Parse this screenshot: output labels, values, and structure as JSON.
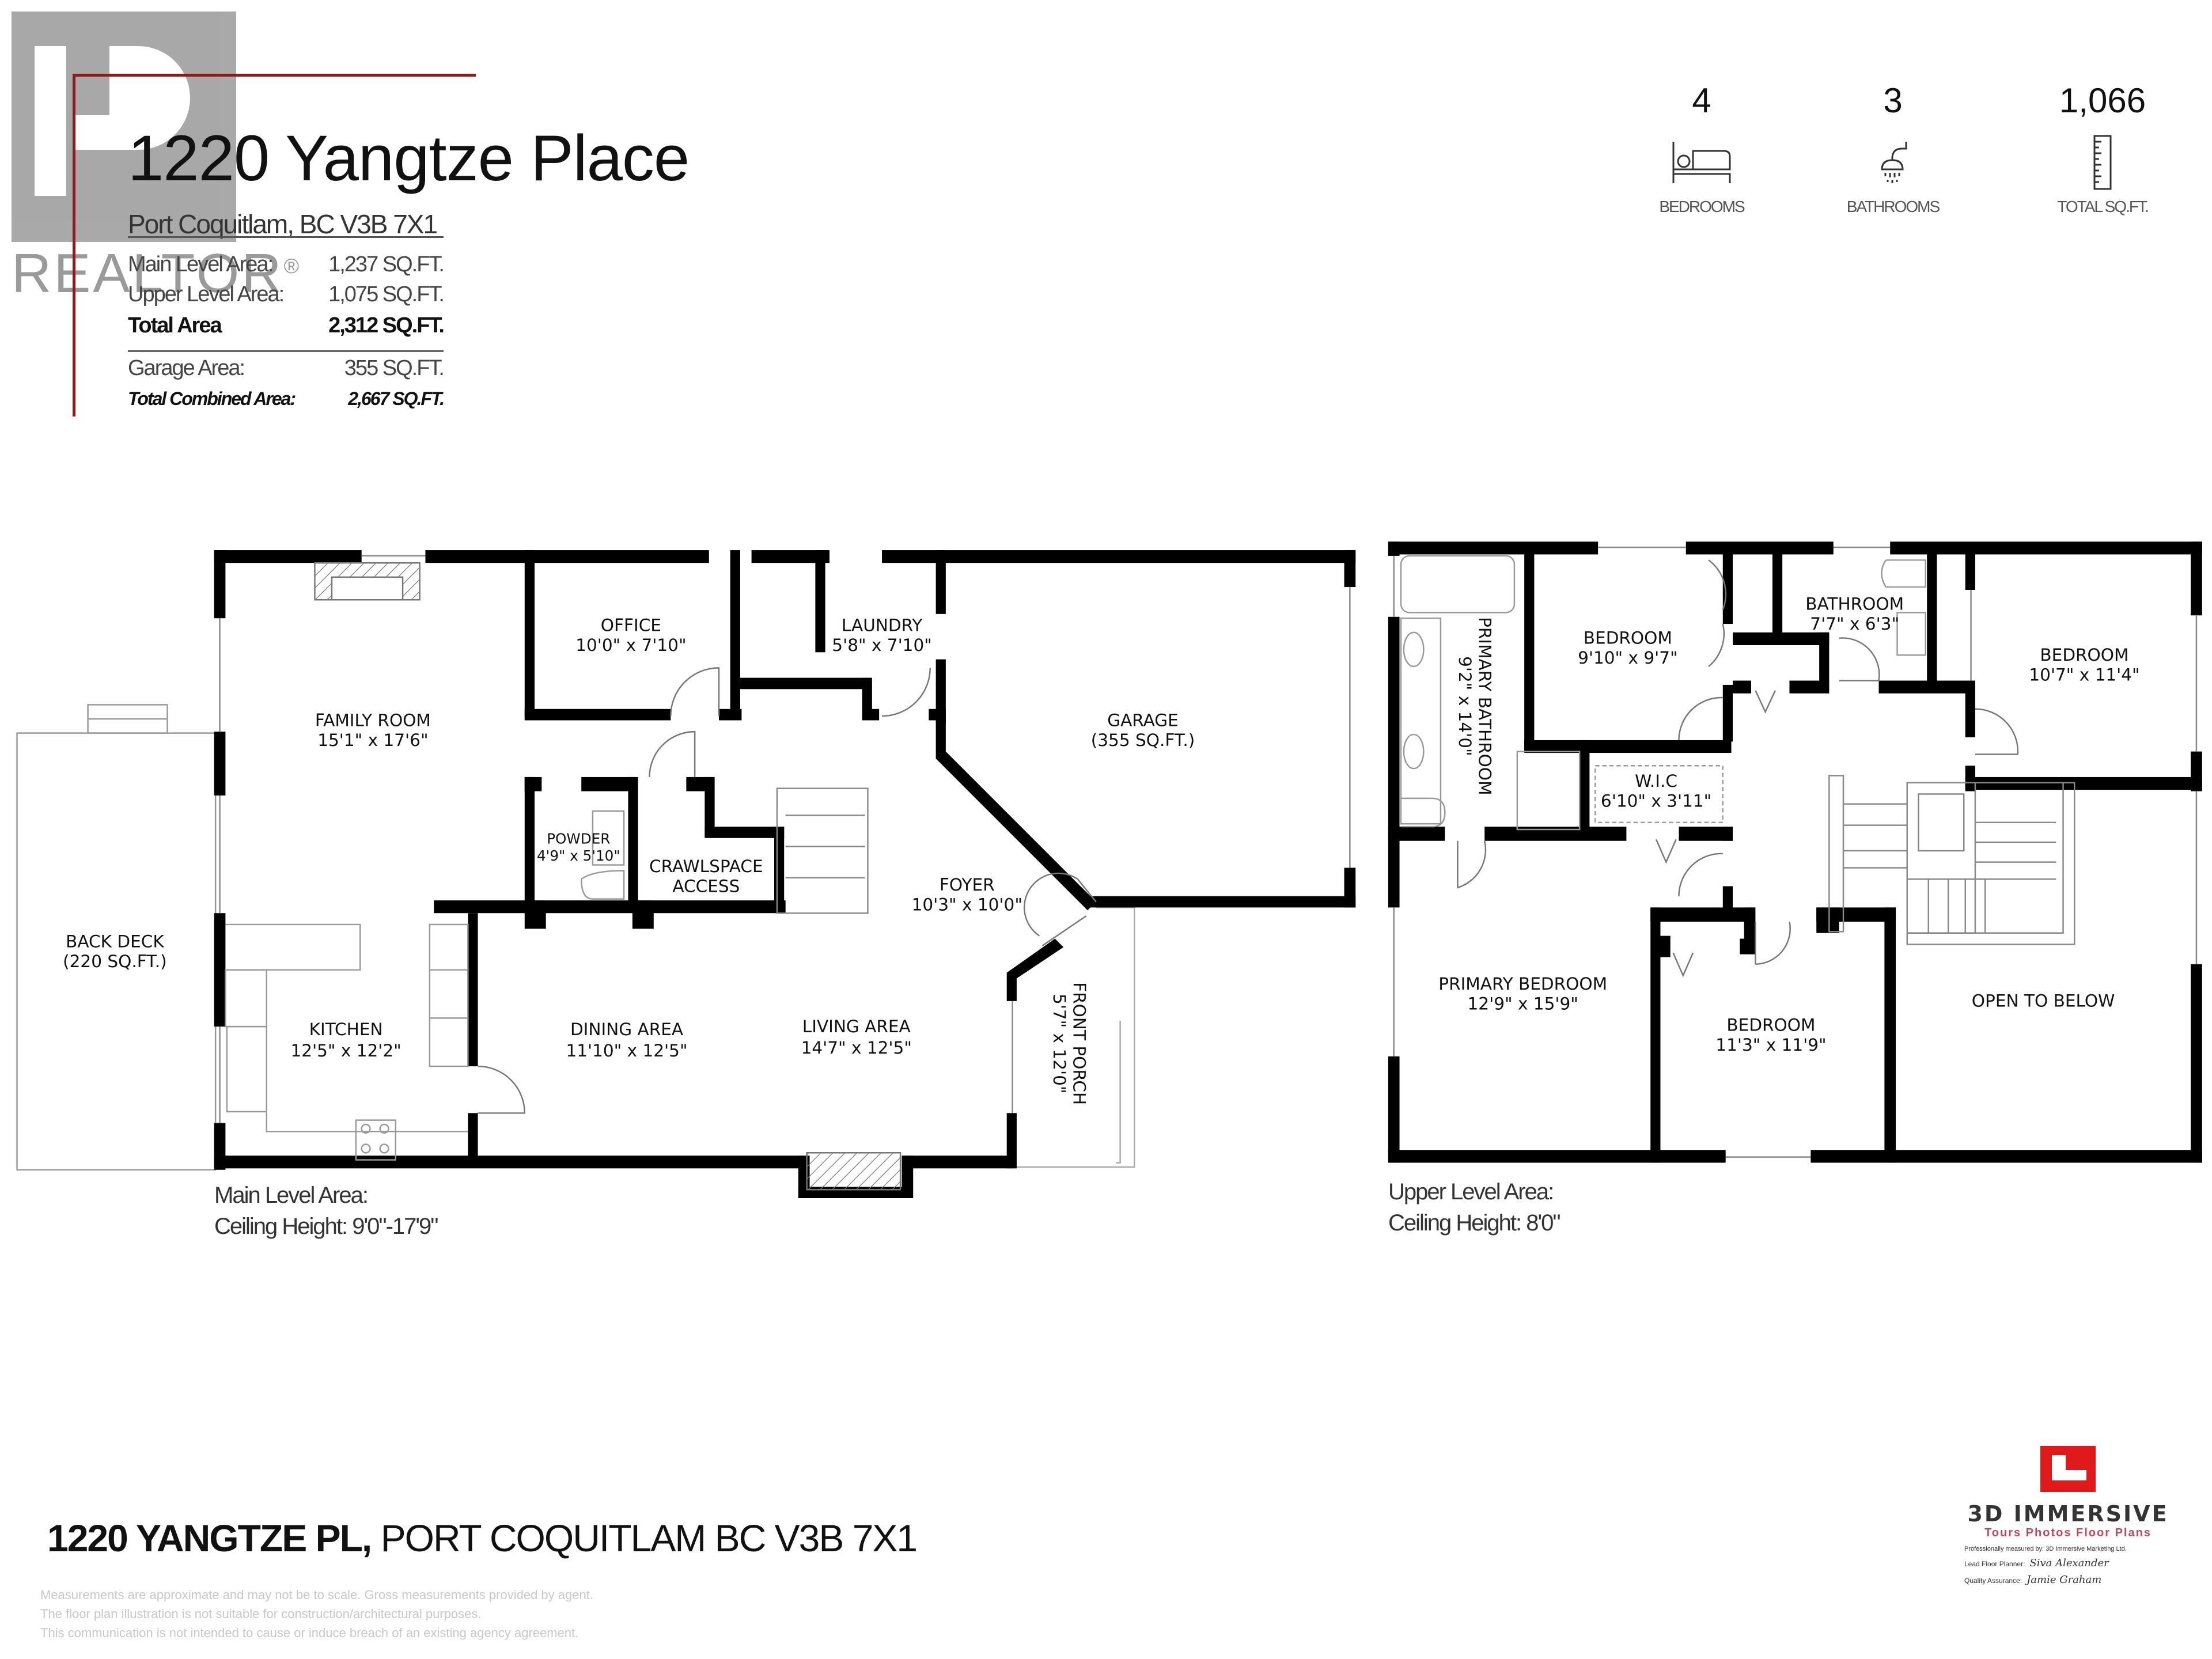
{
  "header": {
    "title": "1220 Yangtze Place",
    "subtitle": "Port Coquitlam, BC V3B 7X1",
    "realtor_logo_text": "REALTOR",
    "realtor_mark": "®"
  },
  "areas": {
    "main_level": {
      "label": "Main Level Area:",
      "value": "1,237 SQ.FT."
    },
    "upper_level": {
      "label": "Upper Level Area:",
      "value": "1,075 SQ.FT."
    },
    "total": {
      "label": "Total Area",
      "value": "2,312  SQ.FT."
    },
    "garage": {
      "label": "Garage Area:",
      "value": "355 SQ.FT."
    },
    "combined": {
      "label": "Total Combined Area:",
      "value": "2,667 SQ.FT."
    }
  },
  "stats": {
    "bedrooms": {
      "value": "4",
      "label": "BEDROOMS",
      "icon": "bed-icon"
    },
    "bathrooms": {
      "value": "3",
      "label": "BATHROOMS",
      "icon": "shower-icon"
    },
    "sqft": {
      "value": "1,066",
      "label": "TOTAL SQ.FT.",
      "icon": "ruler-icon"
    }
  },
  "main_level": {
    "rooms": {
      "family_room": {
        "name": "FAMILY ROOM",
        "dims": "15'1\" x 17'6\""
      },
      "office": {
        "name": "OFFICE",
        "dims": "10'0\" x 7'10\""
      },
      "laundry": {
        "name": "LAUNDRY",
        "dims": "5'8\" x 7'10\""
      },
      "garage": {
        "name": "GARAGE",
        "dims": "(355 SQ.FT.)"
      },
      "powder": {
        "name": "POWDER",
        "dims": "4'9\" x 5'10\""
      },
      "crawlspace": {
        "name": "CRAWLSPACE",
        "dims": "ACCESS"
      },
      "foyer": {
        "name": "FOYER",
        "dims": "10'3\" x 10'0\""
      },
      "back_deck": {
        "name": "BACK DECK",
        "dims": "(220 SQ.FT.)"
      },
      "kitchen": {
        "name": "KITCHEN",
        "dims": "12'5\" x 12'2\""
      },
      "dining": {
        "name": "DINING AREA",
        "dims": "11'10\" x 12'5\""
      },
      "living": {
        "name": "LIVING AREA",
        "dims": "14'7\" x 12'5\""
      },
      "front_porch": {
        "name": "FRONT PORCH",
        "dims": "5'7\" x 12'0\""
      }
    },
    "note_area": "Main Level Area:",
    "note_ceiling": "Ceiling Height: 9'0\"-17'9\""
  },
  "upper_level": {
    "rooms": {
      "primary_bath": {
        "name": "PRIMARY BATHROOM",
        "dims": "9'2\" x 14'0\""
      },
      "bedroom1": {
        "name": "BEDROOM",
        "dims": "9'10\" x 9'7\""
      },
      "bathroom": {
        "name": "BATHROOM",
        "dims": "7'7\" x 6'3\""
      },
      "bedroom2": {
        "name": "BEDROOM",
        "dims": "10'7\" x 11'4\""
      },
      "wic": {
        "name": "W.I.C",
        "dims": "6'10\" x 3'11\""
      },
      "primary_bed": {
        "name": "PRIMARY BEDROOM",
        "dims": "12'9\" x 15'9\""
      },
      "bedroom3": {
        "name": "BEDROOM",
        "dims": "11'3\" x 11'9\""
      },
      "open_below": {
        "name": "OPEN TO BELOW",
        "dims": ""
      }
    },
    "note_area": "Upper Level Area:",
    "note_ceiling": "Ceiling Height: 8'0\""
  },
  "footer": {
    "address_bold": "1220 YANGTZE PL,",
    "address_rest": " PORT COQUITLAM BC V3B 7X1",
    "disclaimer": [
      "Measurements are approximate and may not be to scale. Gross measurements provided by agent.",
      "The floor plan illustration is not suitable for construction/architectural purposes.",
      "This communication is not intended to cause or induce breach of an existing agency agreement."
    ]
  },
  "brand": {
    "name": "3D IMMERSIVE",
    "tagline": "Tours  Photos  Floor Plans",
    "measured_by": "Professionally measured by: 3D Immersive Marketing Ltd.",
    "lead_label": "Lead Floor Planner:",
    "lead_sig": "Siva Alexander",
    "qa_label": "Quality Assurance:",
    "qa_sig": "Jamie Graham",
    "accent": "#e0191b"
  },
  "colors": {
    "wall": "#000000",
    "realtor_grey": "#9a9a9a",
    "accent_red_line": "#8b1a1a"
  }
}
